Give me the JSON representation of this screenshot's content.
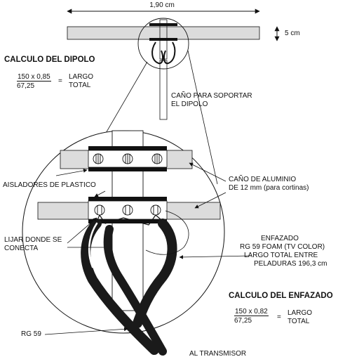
{
  "dimensions": {
    "width_label": "1,90 cm",
    "height_label": "5 cm"
  },
  "calc_dipolo": {
    "title": "CALCULO DEL DIPOLO",
    "numerator": "150 x 0,85",
    "denominator": "67,25",
    "equals": "=",
    "result_line1": "LARGO",
    "result_line2": "TOTAL"
  },
  "labels": {
    "cano_soporte_line1": "CAÑO PARA SOPORTAR",
    "cano_soporte_line2": "EL DIPOLO",
    "aisladores": "AISLADORES DE PLASTICO",
    "cano_aluminio_line1": "CAÑO DE ALUMINIO",
    "cano_aluminio_line2": "DE 12 mm (para cortinas)",
    "lijar_line1": "LIJAR DONDE SE",
    "lijar_line2": "CONECTA",
    "enfazado_line1": "ENFAZADO",
    "enfazado_line2": "RG 59 FOAM (TV COLOR)",
    "enfazado_line3": "LARGO TOTAL ENTRE",
    "enfazado_line4": "PELADURAS 196,3 cm",
    "rg59": "RG 59",
    "transmisor": "AL TRANSMISOR"
  },
  "calc_enfazado": {
    "title": "CALCULO DEL ENFAZADO",
    "numerator": "150 x 0,82",
    "denominator": "67,25",
    "equals": "=",
    "result_line1": "LARGO",
    "result_line2": "TOTAL"
  },
  "colors": {
    "line": "#111111",
    "tube_fill": "#dcdcdc",
    "cable": "#1a1a1a"
  }
}
